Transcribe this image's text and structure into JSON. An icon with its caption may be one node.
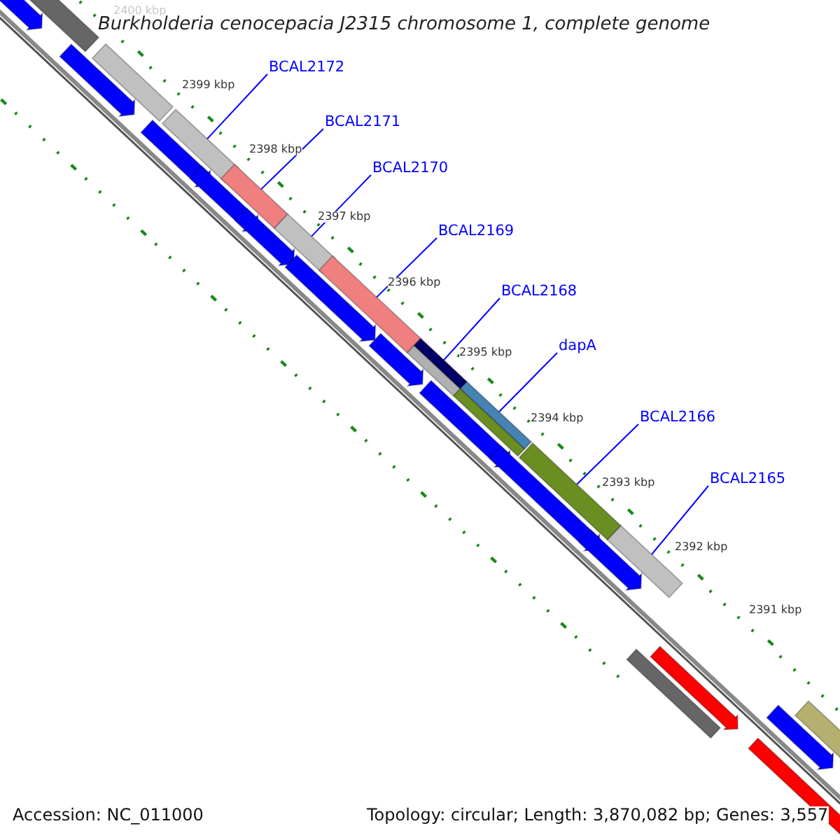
{
  "diagram": {
    "title": "Burkholderia cenocepacia J2315 chromosome 1, complete genome",
    "nodes": [
      {
        "text": [
          "BCAL2172"
        ]
      },
      {
        "text": [
          "BCAL2171"
        ]
      },
      {
        "text": [
          "BCAL2170"
        ]
      },
      {
        "text": [
          "BCAL2169"
        ]
      },
      {
        "text": [
          "BCAL2168"
        ]
      },
      {
        "text": [
          "dapA"
        ]
      },
      {
        "text": [
          "BCAL2166"
        ]
      },
      {
        "text": [
          "BCAL2165"
        ]
      },
      {
        "text": [],
        "shape": "bar"
      },
      {
        "text": [],
        "shape": "bar"
      },
      {
        "text": [],
        "shape": "bar"
      },
      {
        "text": [],
        "shape": "bar"
      },
      {
        "text": [],
        "shape": "bar"
      },
      {
        "text": [],
        "shape": "bar"
      },
      {
        "text": [],
        "shape": "bar"
      },
      {
        "text": [],
        "shape": "bar"
      },
      {
        "text": [],
        "shape": "arrow"
      },
      {
        "text": [],
        "shape": "bar"
      },
      {
        "text": [],
        "shape": "arrow"
      },
      {
        "text": [],
        "shape": "bar"
      },
      {
        "text": [],
        "shape": "arrow"
      },
      {
        "text": [],
        "shape": "arrow"
      },
      {
        "text": [],
        "shape": "arrow"
      },
      {
        "text": [],
        "shape": "arrow"
      },
      {
        "text": [],
        "shape": "arrow"
      },
      {
        "text": [],
        "shape": "bar"
      },
      {
        "text": [],
        "shape": "arrow"
      },
      {
        "text": [],
        "shape": "bar"
      },
      {
        "text": [],
        "shape": "arrow"
      },
      {
        "text": [],
        "shape": "arrow"
      },
      {
        "text": [],
        "shape": "bar"
      },
      {
        "text": [],
        "shape": "arrow"
      },
      {
        "text": [],
        "shape": "arrow"
      },
      {
        "text": [],
        "shape": "arrow"
      },
      {
        "text": [],
        "shape": "bar"
      }
    ],
    "edges": [
      {
        "from": 0,
        "to": 8,
        "arrow": "none"
      },
      {
        "from": 1,
        "to": 9,
        "arrow": "none"
      },
      {
        "from": 2,
        "to": 10,
        "arrow": "none"
      },
      {
        "from": 3,
        "to": 11,
        "arrow": "none"
      },
      {
        "from": 4,
        "to": 12,
        "arrow": "none"
      },
      {
        "from": 5,
        "to": 13,
        "arrow": "none"
      },
      {
        "from": 6,
        "to": 14,
        "arrow": "none"
      },
      {
        "from": 7,
        "to": 15,
        "arrow": "none"
      }
    ],
    "labels": [
      "2400 kbp",
      "2399 kbp",
      "2398 kbp",
      "2397 kbp",
      "2396 kbp",
      "2395 kbp",
      "2394 kbp",
      "2393 kbp",
      "2392 kbp",
      "2391 kbp",
      "Accession: NC_011000",
      "Topology: circular; Length: 3,870,082 bp; Genes: 3,557"
    ]
  }
}
